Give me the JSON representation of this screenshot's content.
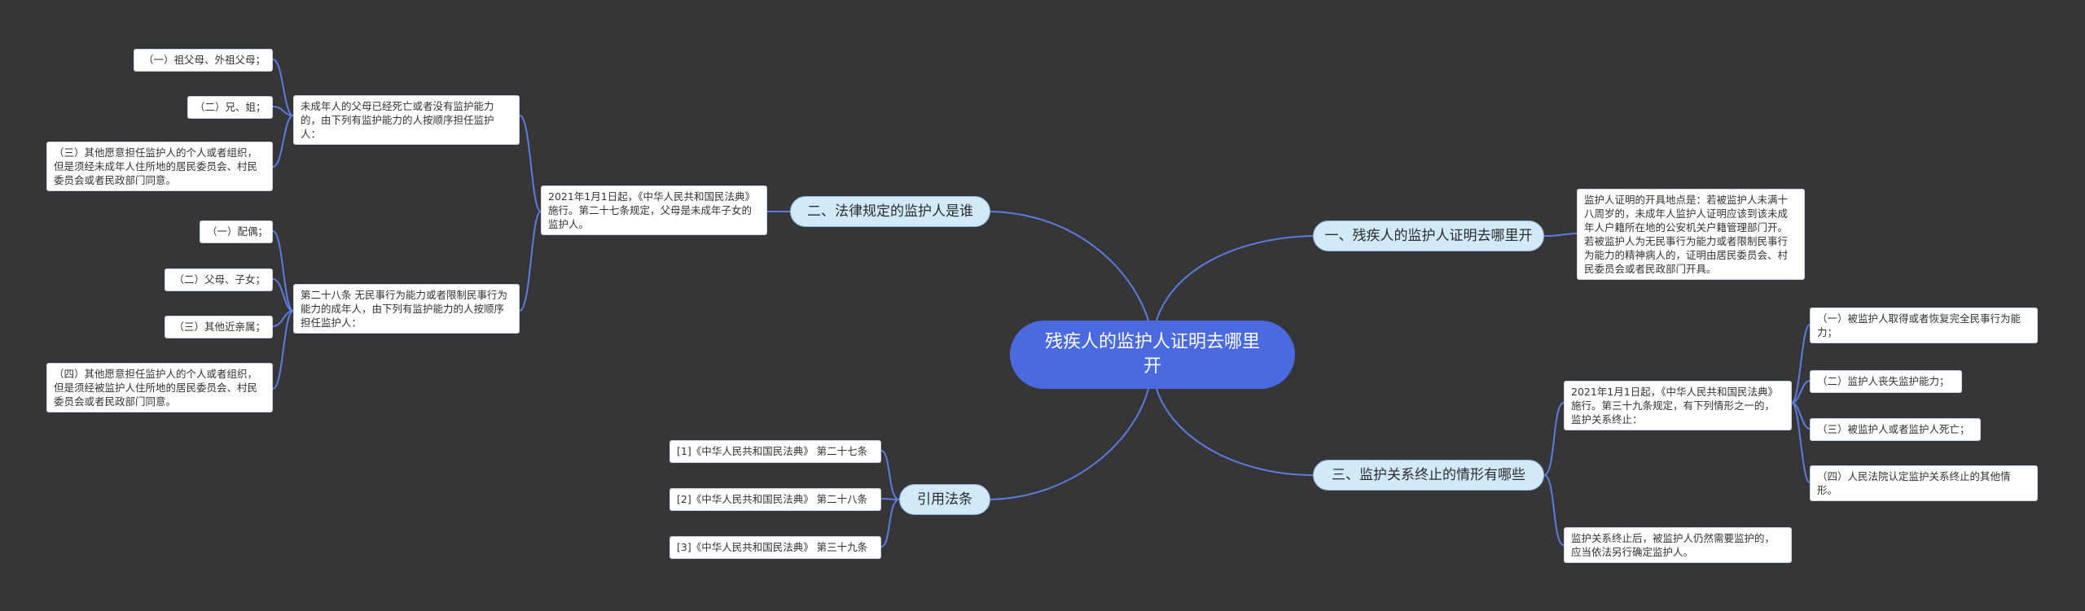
{
  "root": {
    "title": "残疾人的监护人证明去哪里开"
  },
  "branches": [
    {
      "id": "b1",
      "label": "一、残疾人的监护人证明去哪里开"
    },
    {
      "id": "b2",
      "label": "二、法律规定的监护人是谁"
    },
    {
      "id": "b3",
      "label": "三、监护关系终止的情形有哪些"
    },
    {
      "id": "b4",
      "label": "引用法条"
    }
  ],
  "b1_leaves": [
    "监护人证明的开具地点是：若被监护人未满十八周岁的，未成年人监护人证明应该到该未成年人户籍所在地的公安机关户籍管理部门开。若被监护人为无民事行为能力或者限制民事行为能力的精神病人的，证明由居民委员会、村民委员会或者民政部门开具。"
  ],
  "b2_main": "2021年1月1日起，《中华人民共和国民法典》施行。第二十七条规定，父母是未成年子女的监护人。",
  "b2_groups": [
    {
      "text": "未成年人的父母已经死亡或者没有监护能力的，由下列有监护能力的人按顺序担任监护人：",
      "items": [
        "（一）祖父母、外祖父母；",
        "（二）兄、姐；",
        "（三）其他愿意担任监护人的个人或者组织，但是须经未成年人住所地的居民委员会、村民委员会或者民政部门同意。"
      ]
    },
    {
      "text": "第二十八条 无民事行为能力或者限制民事行为能力的成年人，由下列有监护能力的人按顺序担任监护人：",
      "items": [
        "（一）配偶；",
        "（二）父母、子女；",
        "（三）其他近亲属；",
        "（四）其他愿意担任监护人的个人或者组织，但是须经被监护人住所地的居民委员会、村民委员会或者民政部门同意。"
      ]
    }
  ],
  "b3_main": "2021年1月1日起，《中华人民共和国民法典》施行。第三十九条规定，有下列情形之一的，监护关系终止：",
  "b3_items": [
    "（一）被监护人取得或者恢复完全民事行为能力；",
    "（二）监护人丧失监护能力；",
    "（三）被监护人或者监护人死亡；",
    "（四）人民法院认定监护关系终止的其他情形。"
  ],
  "b3_after": "监护关系终止后，被监护人仍然需要监护的，应当依法另行确定监护人。",
  "b4_items": [
    "[1]《中华人民共和国民法典》 第二十七条",
    "[2]《中华人民共和国民法典》 第二十八条",
    "[3]《中华人民共和国民法典》 第三十九条"
  ]
}
